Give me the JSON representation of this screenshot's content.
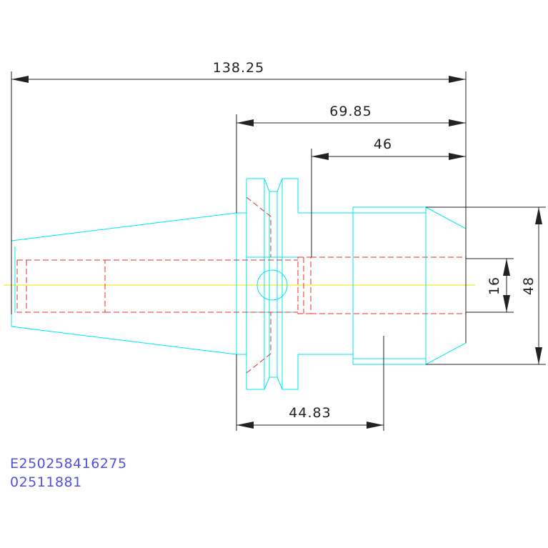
{
  "colors": {
    "outline": "#00e5f0",
    "hidden": "#e03030",
    "centerline": "#e8e800",
    "dimension": "#222222",
    "code_text": "#5050e0"
  },
  "dimensions": {
    "overall_length": "138.25",
    "flange_to_end": "69.85",
    "body_length": "46",
    "flange_to_mark": "44.83",
    "bore_diameter": "16",
    "outer_diameter": "48"
  },
  "codes": {
    "line1": "E250258416275",
    "line2": "02511881"
  }
}
